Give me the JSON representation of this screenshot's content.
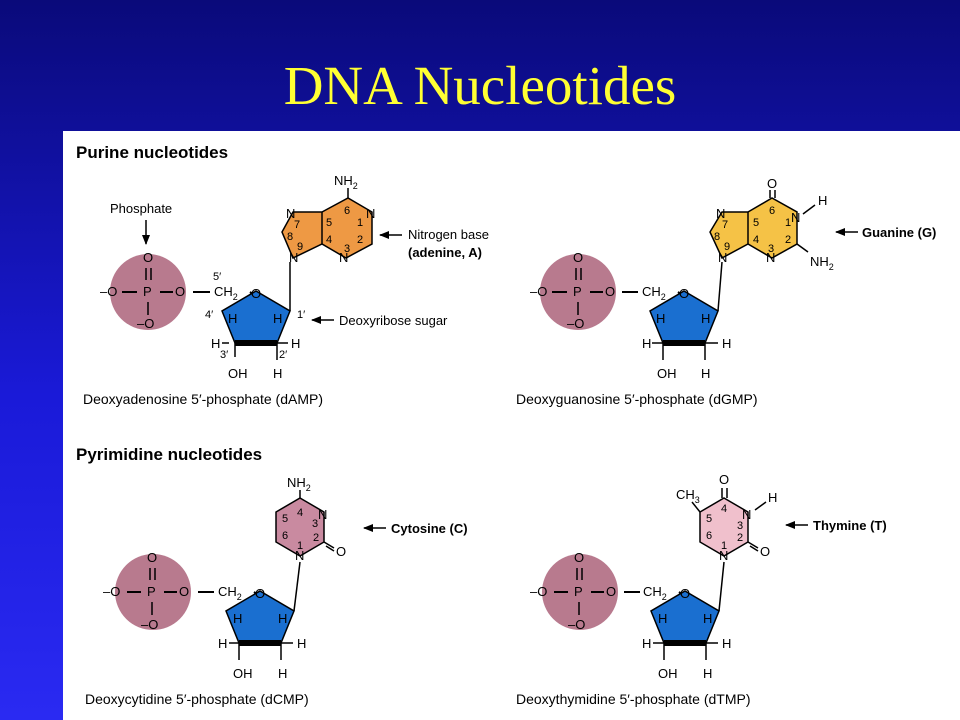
{
  "title": "DNA Nucleotides",
  "colors": {
    "title": "#ffff33",
    "phosphate": "#b87a8e",
    "sugar": "#1a6fd0",
    "adenine": "#ee9944",
    "guanine": "#f5c246",
    "cytosine": "#c98aa0",
    "thymine": "#f0c0cc"
  },
  "sections": {
    "purine": "Purine nucleotides",
    "pyrimidine": "Pyrimidine nucleotides"
  },
  "labels": {
    "phosphate": "Phosphate",
    "nitrogen_base": "Nitrogen base",
    "adenine": "(adenine, A)",
    "deoxyribose": "Deoxyribose sugar",
    "guanine": "Guanine (G)",
    "cytosine": "Cytosine (C)",
    "thymine": "Thymine (T)"
  },
  "captions": {
    "damp": "Deoxyadenosine 5′-phosphate (dAMP)",
    "dgmp": "Deoxyguanosine 5′-phosphate (dGMP)",
    "dcmp": "Deoxycytidine 5′-phosphate (dCMP)",
    "dtmp": "Deoxythymidine 5′-phosphate (dTMP)"
  },
  "atoms": {
    "minus_o": "–O",
    "p": "P",
    "o": "O",
    "bottom_o": "–O",
    "dbl": "=",
    "ch": "CH",
    "two": "2",
    "h": "H",
    "oh": "OH",
    "n": "N",
    "nh": "NH",
    "ch3": "CH",
    "three": "3"
  },
  "primes": {
    "p5": "5′",
    "p4": "4′",
    "p1": "1′",
    "p3": "3′",
    "p2": "2′"
  },
  "ring_numbers": [
    "1",
    "2",
    "3",
    "4",
    "5",
    "6",
    "7",
    "8",
    "9"
  ]
}
